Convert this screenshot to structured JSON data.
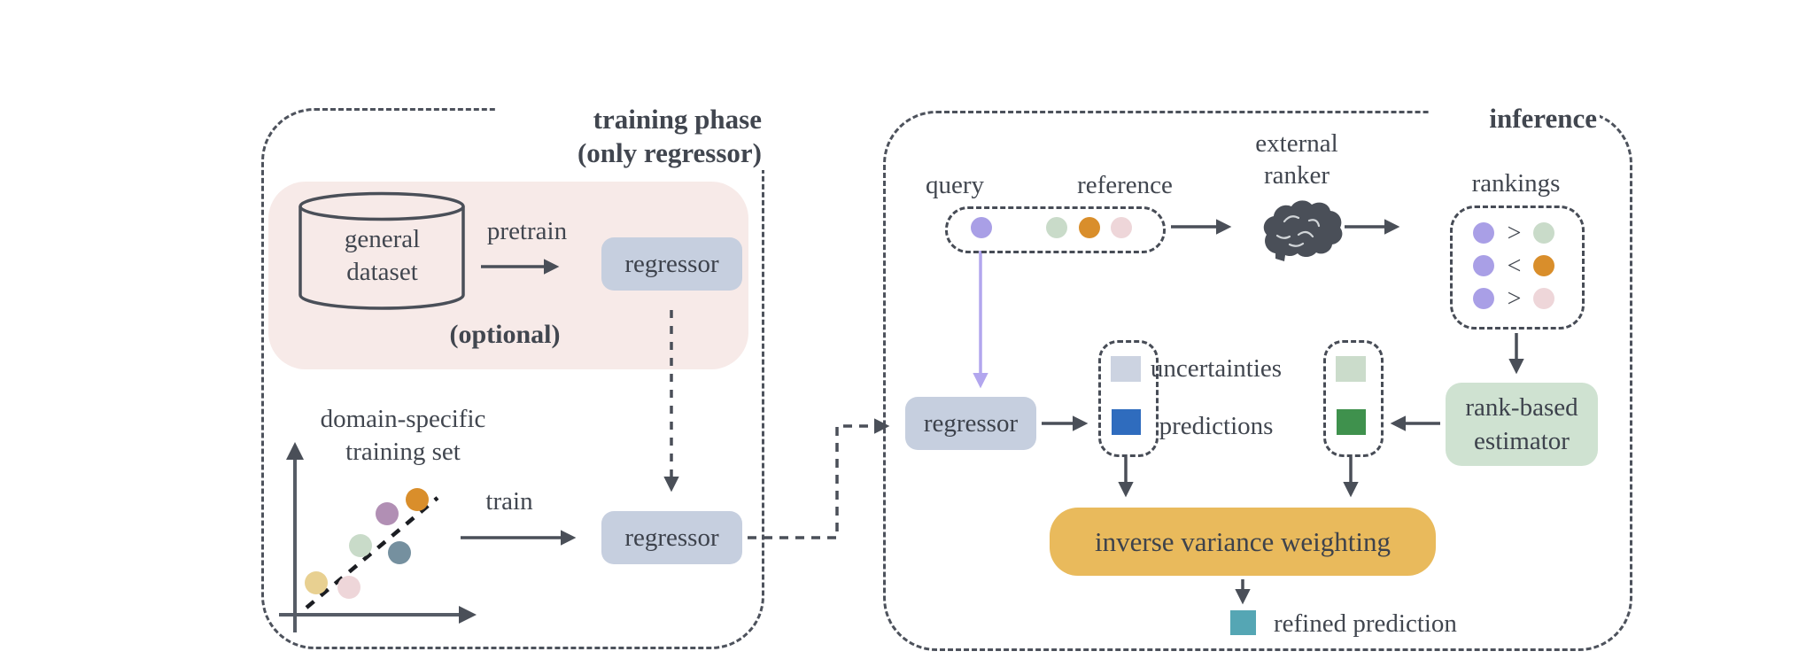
{
  "training": {
    "title_line1": "training phase",
    "title_line2": "(only regressor)",
    "optional_note": "(optional)",
    "database_line1": "general",
    "database_line2": "dataset",
    "pretrain_arrow_label": "pretrain",
    "pretrain_regressor_label": "regressor",
    "scatter_caption_line1": "domain-specific",
    "scatter_caption_line2": "training set",
    "train_arrow_label": "train",
    "train_regressor_label": "regressor"
  },
  "inference": {
    "title": "inference",
    "query_label": "query",
    "reference_label": "reference",
    "ranker_line1": "external",
    "ranker_line2": "ranker",
    "rankings_label": "rankings",
    "rankings_rows": [
      {
        "left": "query",
        "op": ">",
        "right": "reference-green"
      },
      {
        "left": "query",
        "op": "<",
        "right": "reference-orange"
      },
      {
        "left": "query",
        "op": ">",
        "right": "reference-pink"
      }
    ],
    "regressor_label": "regressor",
    "uncertainties_label": "uncertainties",
    "predictions_label": "predictions",
    "estimator_line1": "rank-based",
    "estimator_line2": "estimator",
    "weighting_label": "inverse variance weighting",
    "refined_label": "refined prediction"
  },
  "colors": {
    "outline": "#4d525c",
    "pink_panel": "#f7eae8",
    "regressor_fill": "#c6cfdf",
    "estimator_fill": "#cfe2d1",
    "weighting_fill": "#e9ba5c",
    "query_purple": "#a99fe6",
    "reference_green": "#c9dbc9",
    "reference_orange": "#d98e2b",
    "reference_pink": "#eed6d9",
    "dot_yellow": "#e8d091",
    "dot_slate": "#75909f",
    "dot_mauve": "#b18fb4",
    "uncertainty_square": "#ccd3e1",
    "prediction_square": "#2f6cbe",
    "estimator_uncertainty_square": "#cbdccb",
    "estimator_prediction_square": "#3f914d",
    "refined_square": "#55a6b4",
    "purple_arrow": "#b2a6ee"
  }
}
